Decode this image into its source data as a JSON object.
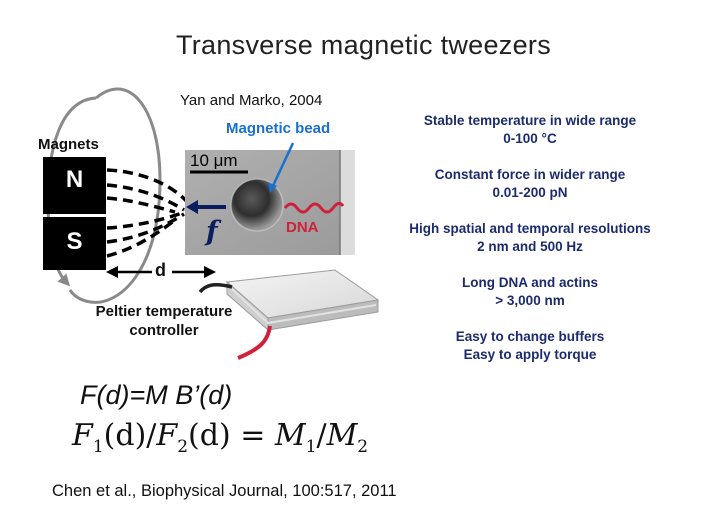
{
  "title": "Transverse magnetic tweezers",
  "citation_top": "Yan and Marko, 2004",
  "labels": {
    "magnetic_bead": "Magnetic bead",
    "magnets": "Magnets",
    "north": "N",
    "south": "S",
    "distance": "d",
    "scale": "10 μm",
    "force": "f",
    "dna": "DNA",
    "peltier_line1": "Peltier temperature",
    "peltier_line2": "controller"
  },
  "features": [
    {
      "line1": "Stable temperature in wide range",
      "line2": "0-100 °C"
    },
    {
      "line1": "Constant force in wider range",
      "line2": "0.01-200 pN"
    },
    {
      "line1": "High spatial and temporal resolutions",
      "line2": "2 nm and 500 Hz"
    },
    {
      "line1": "Long DNA and actins",
      "line2": "> 3,000 nm"
    },
    {
      "line1": "Easy to change buffers",
      "line2": "Easy to apply torque"
    }
  ],
  "formula_1": "F(d)=M B’(d)",
  "formula_2": {
    "F": "F",
    "one": "1",
    "d": "(d)",
    "slash": "/",
    "two": "2",
    "eq": "=",
    "M": "M"
  },
  "citation_bottom": "Chen et al., Biophysical Journal, 100:517, 2011",
  "colors": {
    "bead_label": "#1a6fd1",
    "dna": "#d0213a",
    "panel_text": "#1b2b6e"
  }
}
